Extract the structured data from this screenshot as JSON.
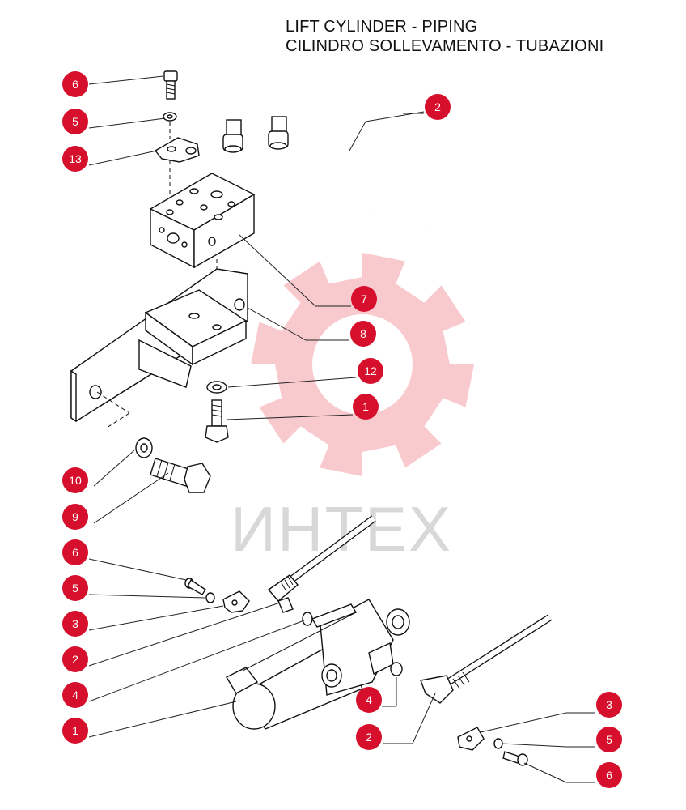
{
  "title": {
    "line1": "LIFT CYLINDER - PIPING",
    "line2": "CILINDRO SOLLEVAMENTO - TUBAZIONI"
  },
  "watermark": {
    "text": "ИНТЕХ",
    "gear_color": "#f5b8be",
    "text_color": "#d8d8d8"
  },
  "callout_color": "#d6102c",
  "callouts": [
    {
      "id": "c6a",
      "label": "6"
    },
    {
      "id": "c5a",
      "label": "5"
    },
    {
      "id": "c13",
      "label": "13"
    },
    {
      "id": "c2a",
      "label": "2"
    },
    {
      "id": "c7",
      "label": "7"
    },
    {
      "id": "c8",
      "label": "8"
    },
    {
      "id": "c12",
      "label": "12"
    },
    {
      "id": "c1a",
      "label": "1"
    },
    {
      "id": "c10",
      "label": "10"
    },
    {
      "id": "c9",
      "label": "9"
    },
    {
      "id": "c6b",
      "label": "6"
    },
    {
      "id": "c5b",
      "label": "5"
    },
    {
      "id": "c3a",
      "label": "3"
    },
    {
      "id": "c2b",
      "label": "2"
    },
    {
      "id": "c4a",
      "label": "4"
    },
    {
      "id": "c1b",
      "label": "1"
    },
    {
      "id": "c4b",
      "label": "4"
    },
    {
      "id": "c2c",
      "label": "2"
    },
    {
      "id": "c3b",
      "label": "3"
    },
    {
      "id": "c5c",
      "label": "5"
    },
    {
      "id": "c6c",
      "label": "6"
    }
  ]
}
